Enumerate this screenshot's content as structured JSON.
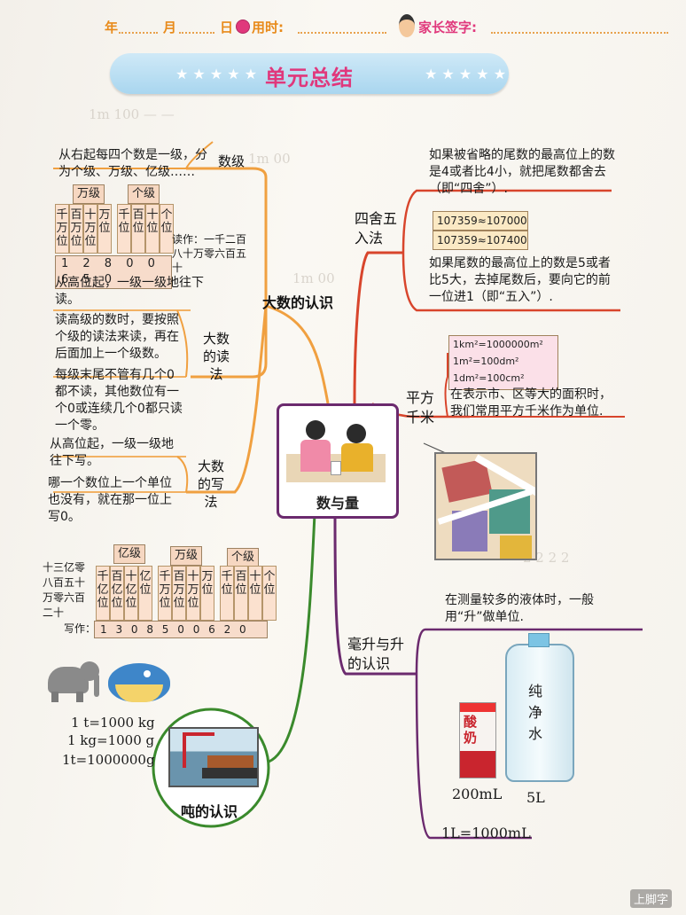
{
  "header": {
    "year": "年",
    "month": "月",
    "day": "日",
    "time_used": "用时:",
    "parent_sign": "家长签字:"
  },
  "title": "单元总结",
  "center": {
    "label": "数与量"
  },
  "big_numbers": {
    "label": "大数的认识",
    "level": {
      "label": "数级",
      "text": "从右起每四个数是一级，分为个级、万级、亿级……"
    },
    "table1": {
      "groups": [
        "万级",
        "个级"
      ],
      "places": [
        "千万位",
        "百万位",
        "十万位",
        "万位",
        "千位",
        "百位",
        "十位",
        "个位"
      ],
      "digits": "1 2 8 0 0 6 5 0",
      "read_note": "读作：一千二百八十万零六百五十"
    },
    "read": {
      "label": "大数的读法",
      "t1": "从高位起，一级一级地往下读。",
      "t2": "读高级的数时，要按照个级的读法来读，再在后面加上一个级数。",
      "t3": "每级末尾不管有几个0都不读，其他数位有一个0或连续几个0都只读一个零。"
    },
    "write": {
      "label": "大数的写法",
      "t1": "从高位起，一级一级地往下写。",
      "t2": "哪一个数位上一个单位也没有，就在那一位上写0。"
    },
    "table2": {
      "groups": [
        "亿级",
        "万级",
        "个级"
      ],
      "places": [
        "千亿位",
        "百亿位",
        "十亿位",
        "亿位",
        "千万位",
        "百万位",
        "十万位",
        "万位",
        "千位",
        "百位",
        "十位",
        "个位"
      ],
      "word": "十三亿零八百五十万零六百二十",
      "write_label": "写作：",
      "digits": "1 3 0 8 5 0 0 6 2 0"
    }
  },
  "rounding": {
    "label": "四舍五入法",
    "t1": "如果被省略的尾数的最高位上的数是4或者比4小，就把尾数都舍去（即“四舍”）.",
    "e1": "107359≈107000",
    "e2": "107359≈107400",
    "t2": "如果尾数的最高位上的数是5或者比5大，去掉尾数后，要向它的前一位进1（即“五入”）."
  },
  "sqkm": {
    "label": "平方千米",
    "f1": "1km²=1000000m²",
    "f2": "1m²=100dm²",
    "f3": "1dm²=100cm²",
    "t1": "在表示市、区等大的面积时，我们常用平方千米作为单位."
  },
  "liter": {
    "label": "毫升与升的认识",
    "t1": "在测量较多的液体时，一般用“升”做单位.",
    "milk": "酸奶",
    "water": "纯净水",
    "v1": "200mL",
    "v2": "5L",
    "conv": "1L=1000mL"
  },
  "ton": {
    "label": "吨的认识",
    "c1": "1 t=1000 kg",
    "c2": "1 kg=1000 g",
    "c3": "1t=1000000g"
  },
  "watermark": "上脚字",
  "colors": {
    "orange": "#f0a040",
    "red": "#d8452c",
    "purple": "#6b2a6e",
    "green": "#3a8a2c",
    "pink": "#e0387c"
  }
}
